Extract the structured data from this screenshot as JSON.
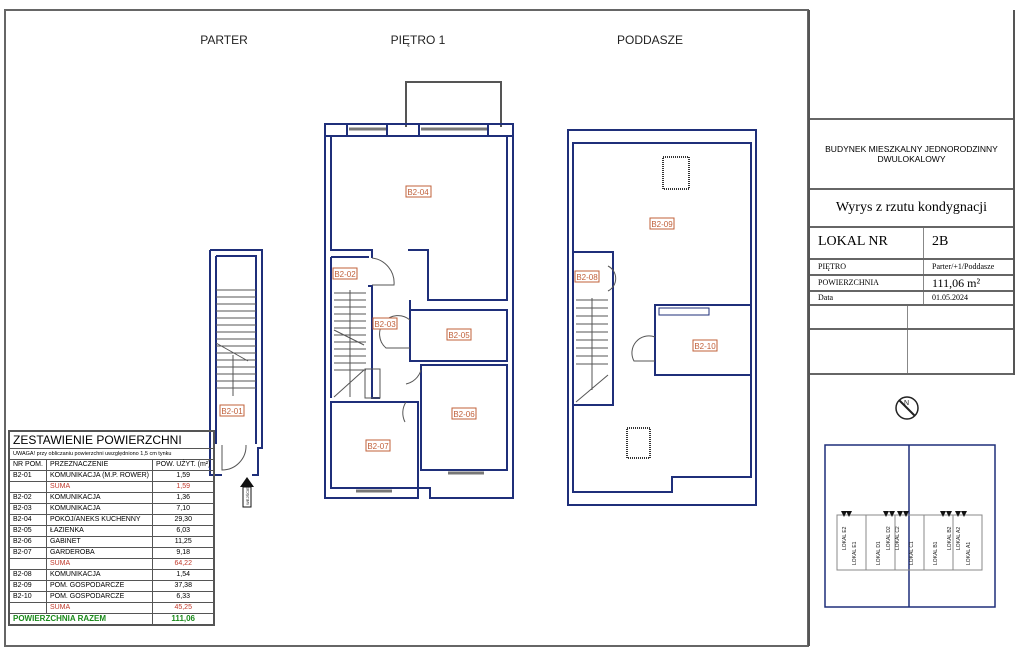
{
  "headers": {
    "parter": "PARTER",
    "pietro1": "PIĘTRO 1",
    "poddasze": "PODDASZE"
  },
  "rooms": {
    "b2_01": "B2-01",
    "b2_02": "B2-02",
    "b2_03": "B2-03",
    "b2_04": "B2-04",
    "b2_05": "B2-05",
    "b2_06": "B2-06",
    "b2_07": "B2-07",
    "b2_08": "B2-08",
    "b2_09": "B2-09",
    "b2_10": "B2-10"
  },
  "entrance_label": "WEJŚCIE",
  "title_block": {
    "building": "BUDYNEK MIESZKALNY JEDNORODZINNY DWULOKALOWY",
    "subtitle": "Wyrys z rzutu kondygnacji",
    "lokal_label": "LOKAL NR",
    "lokal_value": "2B",
    "pietro_label": "PIĘTRO",
    "pietro_value": "Parter/+1/Poddasze",
    "area_label": "POWIERZCHNIA",
    "area_value": "111,06 m²",
    "date_label": "Data",
    "date_value": "01.05.2024"
  },
  "site_plan": {
    "units": [
      "LOKAL E2",
      "LOKAL E1",
      "LOKAL D1",
      "LOKAL D2",
      "LOKAL C2",
      "LOKAL C1",
      "LOKAL B1",
      "LOKAL B2",
      "LOKAL A2",
      "LOKAL A1"
    ]
  },
  "area_table": {
    "title": "ZESTAWIENIE POWIERZCHNI",
    "note": "UWAGA! przy obliczaniu powierzchni uwzględniono 1,5 cm tynku",
    "columns": [
      "NR POM.",
      "PRZEZNACZENIE",
      "POW. UŻYT. (m²)"
    ],
    "rows": [
      {
        "nr": "B2-01",
        "name": "KOMUNIKACJA (M.P. ROWER)",
        "area": "1,59"
      },
      {
        "nr": "",
        "name": "SUMA",
        "area": "1,59",
        "sum": true
      },
      {
        "nr": "B2-02",
        "name": "KOMUNIKACJA",
        "area": "1,36"
      },
      {
        "nr": "B2-03",
        "name": "KOMUNIKACJA",
        "area": "7,10"
      },
      {
        "nr": "B2-04",
        "name": "POKÓJ/ANEKS KUCHENNY",
        "area": "29,30"
      },
      {
        "nr": "B2-05",
        "name": "ŁAZIENKA",
        "area": "6,03"
      },
      {
        "nr": "B2-06",
        "name": "GABINET",
        "area": "11,25"
      },
      {
        "nr": "B2-07",
        "name": "GARDEROBA",
        "area": "9,18"
      },
      {
        "nr": "",
        "name": "SUMA",
        "area": "64,22",
        "sum": true
      },
      {
        "nr": "B2-08",
        "name": "KOMUNIKACJA",
        "area": "1,54"
      },
      {
        "nr": "B2-09",
        "name": "POM. GOSPODARCZE",
        "area": "37,38"
      },
      {
        "nr": "B2-10",
        "name": "POM. GOSPODARCZE",
        "area": "6,33"
      },
      {
        "nr": "",
        "name": "SUMA",
        "area": "45,25",
        "sum": true
      }
    ],
    "total_label": "POWIERZCHNIA RAZEM",
    "total_value": "111,06"
  }
}
